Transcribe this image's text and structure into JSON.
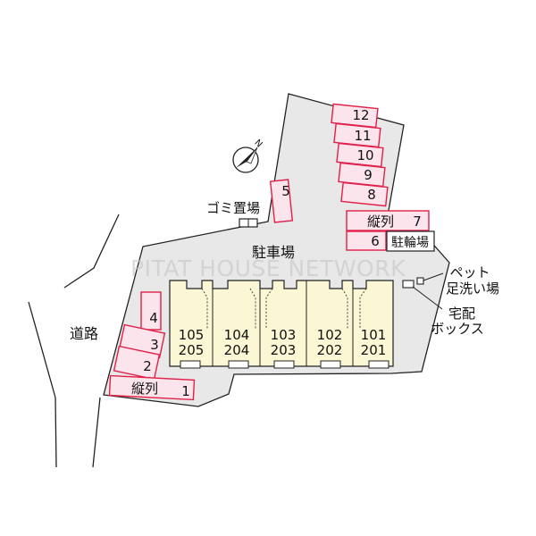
{
  "watermark": "PITAT HOUSE NETWORK",
  "labels": {
    "road": "道路",
    "parking": "駐車場",
    "garbage": "ゴミ置場",
    "bicycle_parking": "駐輪場",
    "pet_wash_line1": "ペット",
    "pet_wash_line2": "足洗い場",
    "delivery_box_line1": "宅配",
    "delivery_box_line2": "ボックス",
    "compass_north": "N"
  },
  "parking_spaces": {
    "s1": {
      "prefix": "縦列",
      "number": "1"
    },
    "s2": {
      "number": "2"
    },
    "s3": {
      "number": "3"
    },
    "s4": {
      "number": "4"
    },
    "s5": {
      "number": "5"
    },
    "s6": {
      "number": "6"
    },
    "s7": {
      "prefix": "縦列",
      "number": "7"
    },
    "s8": {
      "number": "8"
    },
    "s9": {
      "number": "9"
    },
    "s10": {
      "number": "10"
    },
    "s11": {
      "number": "11"
    },
    "s12": {
      "number": "12"
    }
  },
  "units": [
    {
      "upper": "105",
      "lower": "205"
    },
    {
      "upper": "104",
      "lower": "204"
    },
    {
      "upper": "103",
      "lower": "203"
    },
    {
      "upper": "102",
      "lower": "202"
    },
    {
      "upper": "101",
      "lower": "201"
    }
  ],
  "colors": {
    "lot_fill": "#e8e8e8",
    "building_fill": "#fbf6d4",
    "space_fill": "#fce4ec",
    "space_stroke": "#e0204a",
    "outline": "#222222"
  }
}
